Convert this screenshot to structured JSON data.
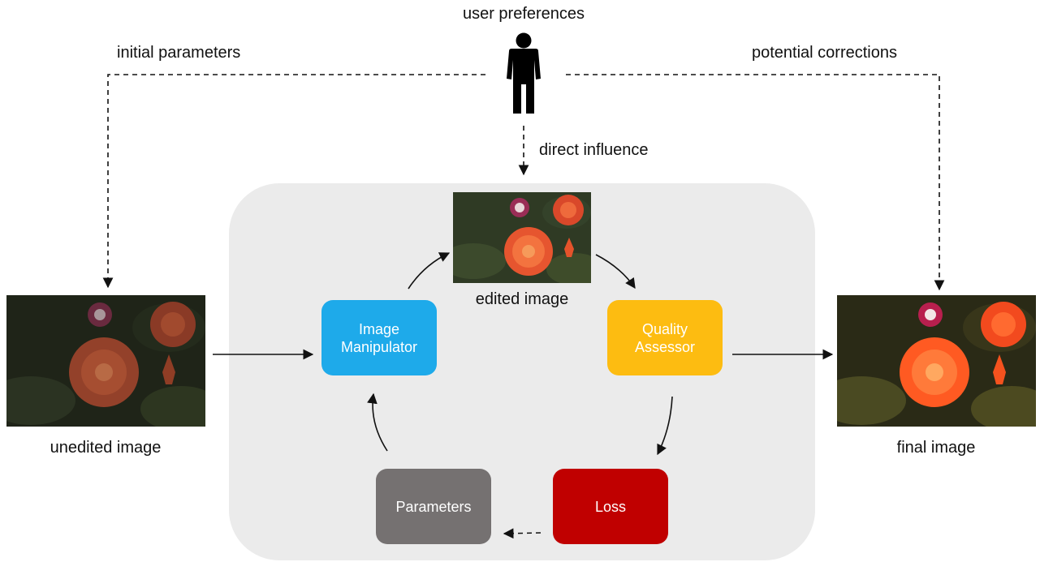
{
  "labels": {
    "user_preferences": "user preferences",
    "initial_parameters": "initial parameters",
    "potential_corrections": "potential corrections",
    "direct_influence": "direct influence",
    "edited_image": "edited image",
    "unedited_image": "unedited image",
    "final_image": "final image"
  },
  "boxes": {
    "image_manipulator": {
      "line1": "Image",
      "line2": "Manipulator",
      "color": "#1eaaea"
    },
    "quality_assessor": {
      "line1": "Quality",
      "line2": "Assessor",
      "color": "#fdbc11"
    },
    "parameters": {
      "label": "Parameters",
      "color": "#757171"
    },
    "loss": {
      "label": "Loss",
      "color": "#c00000"
    }
  },
  "icons": {
    "user": "person-icon"
  },
  "colors": {
    "panel": "#ebebeb",
    "line": "#111111"
  }
}
